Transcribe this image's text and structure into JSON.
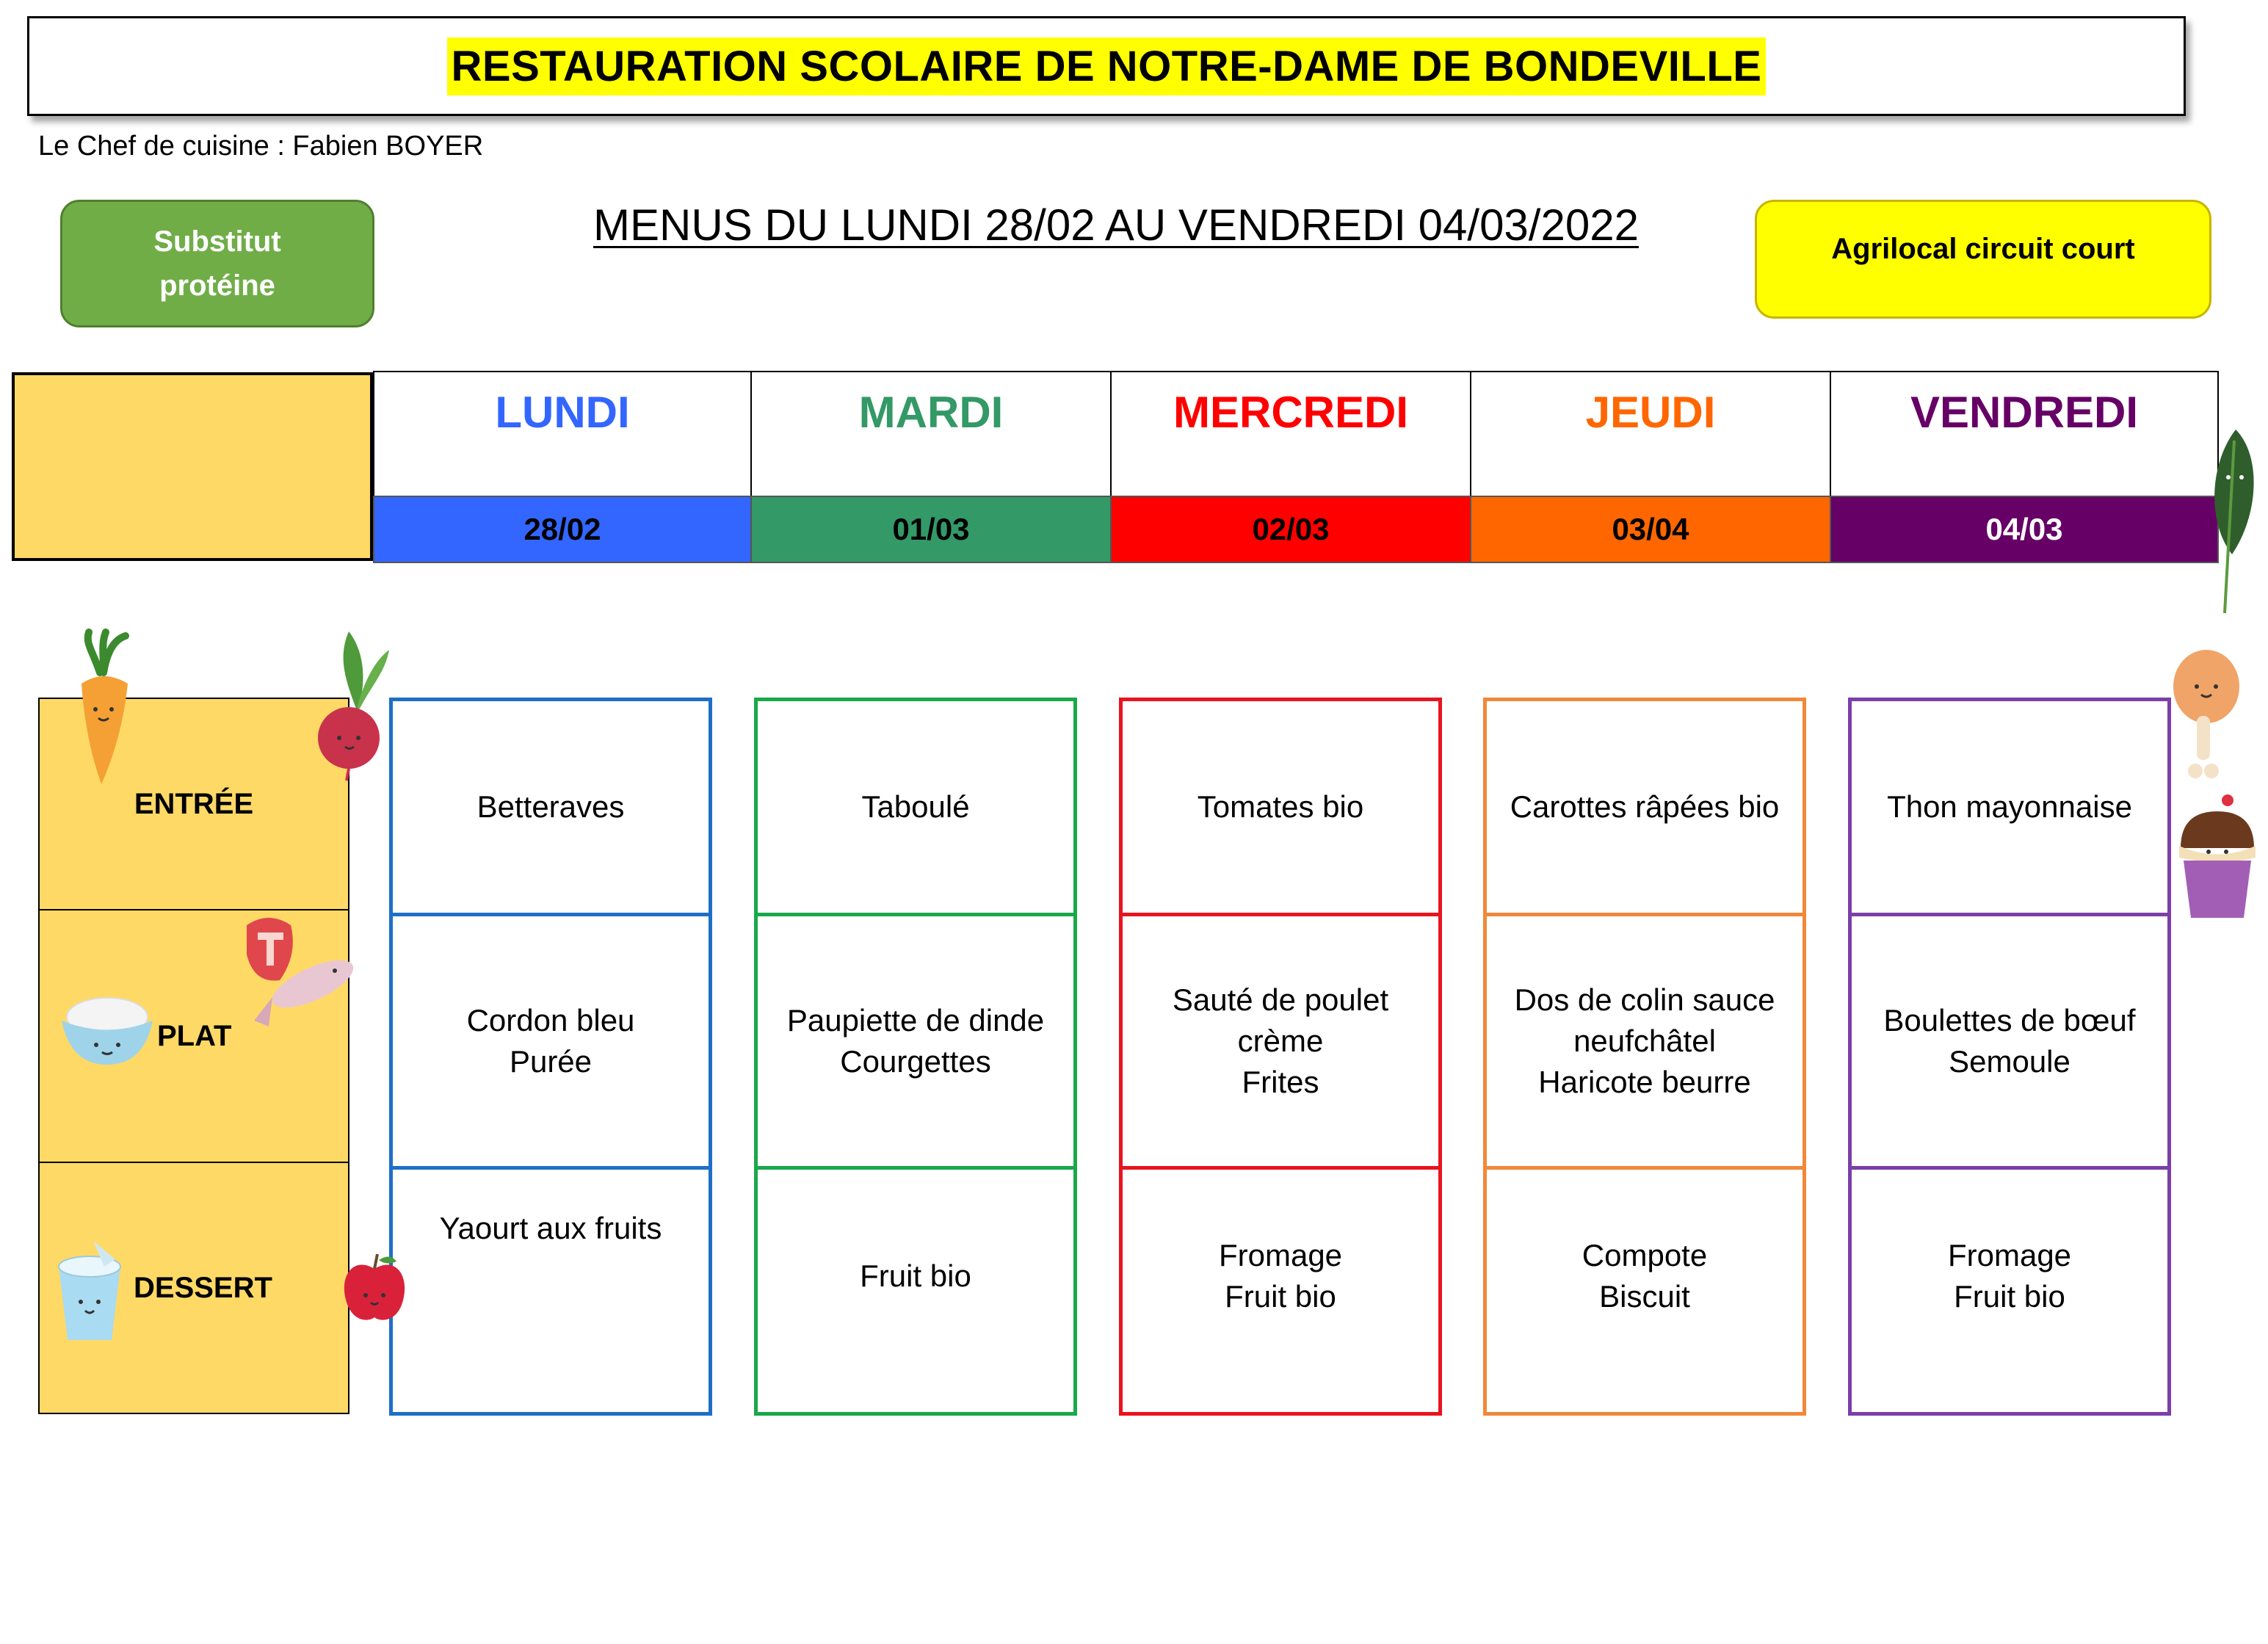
{
  "header": {
    "title": "RESTAURATION SCOLAIRE DE NOTRE-DAME DE BONDEVILLE",
    "chef": "Le Chef de cuisine : Fabien BOYER",
    "subtitle": "MENUS DU LUNDI 28/02 AU VENDREDI 04/03/2022"
  },
  "legend": {
    "substitut": "Substitut\nprotéine",
    "agrilocal": "Agrilocal circuit court",
    "colors": {
      "substitut": "#70ad47",
      "agrilocal": "#ffff00"
    }
  },
  "categories": [
    "ENTRÉE",
    "PLAT",
    "DESSERT"
  ],
  "days": [
    {
      "name": "LUNDI",
      "date": "28/02",
      "color": "#3366ff",
      "border": "#1e6fc8",
      "entree": "Betteraves",
      "plat": "Cordon bleu\nPurée",
      "dessert": "Yaourt aux fruits"
    },
    {
      "name": "MARDI",
      "date": "01/03",
      "color": "#339966",
      "border": "#19a84a",
      "entree": "Taboulé",
      "plat": "Paupiette de dinde\nCourgettes",
      "dessert": "Fruit bio"
    },
    {
      "name": "MERCREDI",
      "date": "02/03",
      "color": "#ff0000",
      "border": "#e8141e",
      "entree": "Tomates bio",
      "plat": "Sauté de poulet\ncrème\nFrites",
      "dessert": "Fromage\nFruit bio"
    },
    {
      "name": "JEUDI",
      "date": "03/04",
      "color": "#ff6600",
      "border": "#f0883a",
      "entree": "Carottes râpées bio",
      "plat": "Dos de colin sauce\nneufchâtel\nHaricote beurre",
      "dessert": "Compote\nBiscuit"
    },
    {
      "name": "VENDREDI",
      "date": "04/03",
      "color": "#660066",
      "border": "#7a3fa8",
      "entree": "Thon mayonnaise",
      "plat": "Boulettes de bœuf\nSemoule",
      "dessert": "Fromage\nFruit bio"
    }
  ],
  "colors": {
    "category_bg": "#ffd966"
  }
}
